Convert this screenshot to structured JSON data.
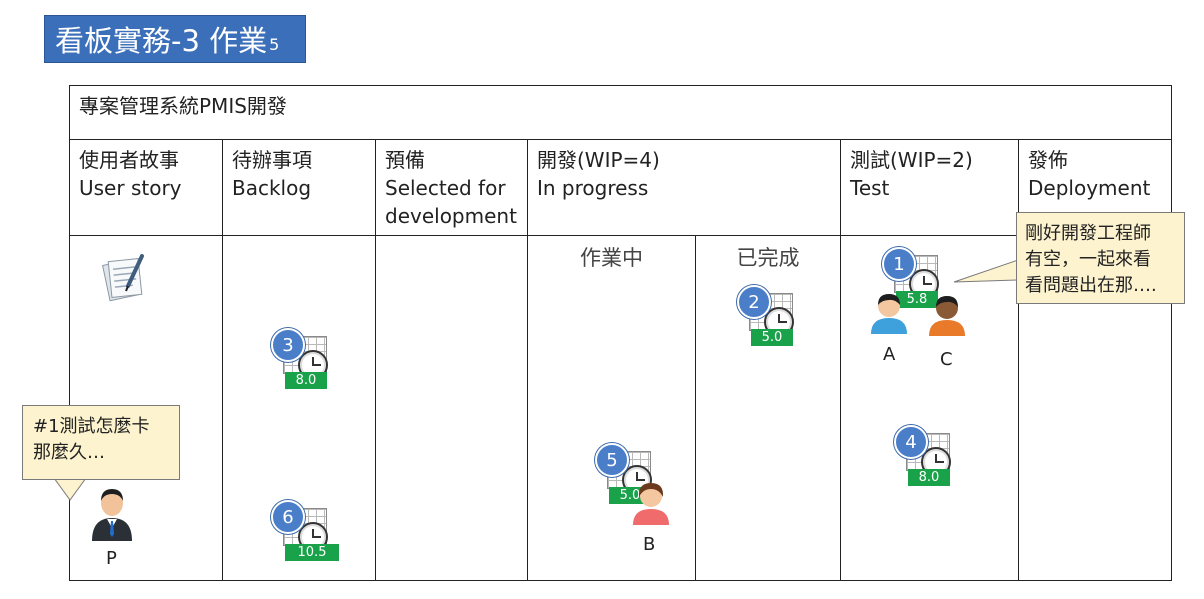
{
  "title": {
    "main": "看板實務-3 作業",
    "sub": "5"
  },
  "board": {
    "project": "專案管理系統PMIS開發",
    "columns": [
      {
        "zh": "使用者故事",
        "en": "User story"
      },
      {
        "zh": "待辦事項",
        "en": "Backlog"
      },
      {
        "zh": "預備",
        "en": "Selected for",
        "en2": "development"
      },
      {
        "zh": "開發(WIP=4)",
        "en": "In progress"
      },
      {
        "zh": "測試(WIP=2)",
        "en": "Test"
      },
      {
        "zh": "發佈",
        "en": "Deployment"
      }
    ],
    "dev_subcolumns": {
      "doing": "作業中",
      "done": "已完成"
    }
  },
  "cards": [
    {
      "id": "1",
      "estimate": "5.8"
    },
    {
      "id": "2",
      "estimate": "5.0"
    },
    {
      "id": "3",
      "estimate": "8.0"
    },
    {
      "id": "4",
      "estimate": "8.0"
    },
    {
      "id": "5",
      "estimate": "5.0"
    },
    {
      "id": "6",
      "estimate": "10.5"
    }
  ],
  "people": {
    "p": "P",
    "a": "A",
    "b": "B",
    "c": "C"
  },
  "callouts": {
    "p_line1": "#1測試怎麼卡",
    "p_line2": "那麼久…",
    "dev_line1": "剛好開發工程師",
    "dev_line2": "有空，一起來看",
    "dev_line3": "看問題出在那…."
  },
  "colors": {
    "title_bg": "#3b6fba",
    "estimate_bg": "#1aa24a",
    "card_number": "#4a7ec9",
    "callout_bg": "#fdf3cf"
  },
  "icons": [
    "notebook-icon",
    "task-card-icon",
    "clock-icon",
    "person-icon"
  ]
}
